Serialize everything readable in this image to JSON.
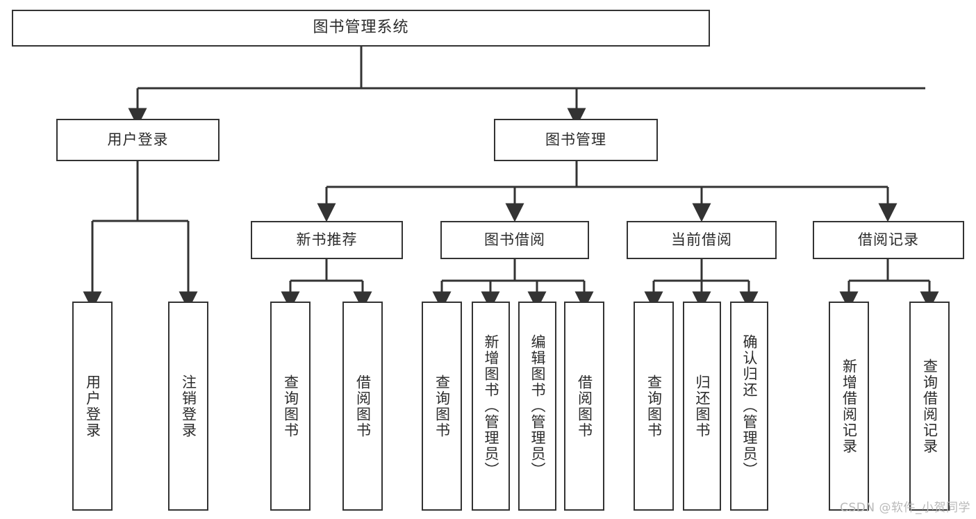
{
  "diagram": {
    "title": "图书管理系统",
    "type": "tree",
    "stroke_color": "#333333",
    "background_color": "#ffffff",
    "text_color": "#2b2b2b"
  },
  "root": {
    "label": "图书管理系统"
  },
  "level2": [
    {
      "label": "用户登录"
    },
    {
      "label": "图书管理"
    }
  ],
  "level3": [
    {
      "label": "新书推荐"
    },
    {
      "label": "图书借阅"
    },
    {
      "label": "当前借阅"
    },
    {
      "label": "借阅记录"
    }
  ],
  "leaves": {
    "user_login": [
      {
        "label": "用户登录"
      },
      {
        "label": "注销登录"
      }
    ],
    "new_book": [
      {
        "label": "查询图书"
      },
      {
        "label": "借阅图书"
      }
    ],
    "book_borrow": [
      {
        "label": "查询图书"
      },
      {
        "label": "新增图书（管理员）"
      },
      {
        "label": "编辑图书（管理员）"
      },
      {
        "label": "借阅图书"
      }
    ],
    "current_borrow": [
      {
        "label": "查询图书"
      },
      {
        "label": "归还图书"
      },
      {
        "label": "确认归还（管理员）"
      }
    ],
    "borrow_record": [
      {
        "label": "新增借阅记录"
      },
      {
        "label": "查询借阅记录"
      }
    ]
  },
  "watermark": {
    "text": "CSDN @软件_小贺同学"
  }
}
